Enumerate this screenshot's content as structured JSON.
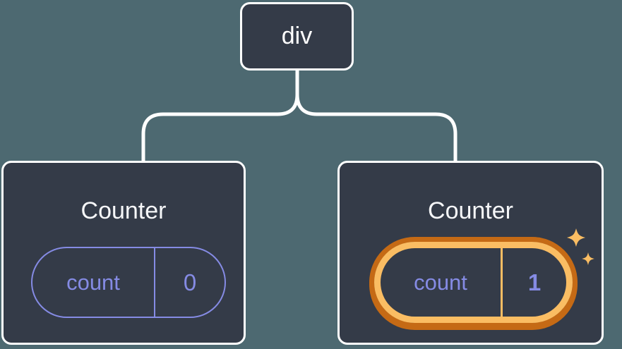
{
  "tree": {
    "root": {
      "label": "div"
    },
    "children": [
      {
        "title": "Counter",
        "state_name": "count",
        "state_value": "0",
        "highlighted": false
      },
      {
        "title": "Counter",
        "state_name": "count",
        "state_value": "1",
        "highlighted": true
      }
    ]
  },
  "icons": {
    "sparkle": "sparkle-icon"
  },
  "colors": {
    "background": "#4d6971",
    "node_fill": "#343b48",
    "node_border": "#ffffff",
    "state_accent": "#858be4",
    "highlight_ring_outer": "#c56a15",
    "highlight_ring_inner": "#fabd63"
  }
}
